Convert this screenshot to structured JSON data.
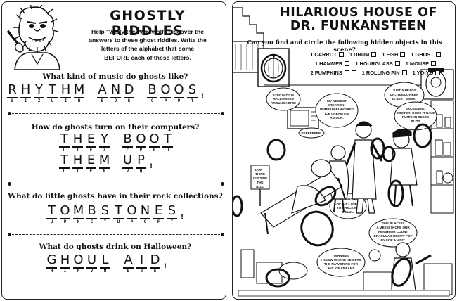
{
  "left_page": {
    "title": "GHOSTLY RIDDLES",
    "instructions": [
      "Help \"Wally the Werewolf\" discover the",
      "answers to these ghost riddles. Write the",
      "letters of the alphabet that come",
      "BEFORE each of these letters."
    ],
    "riddles": [
      {
        "question": "What kind of music do ghosts like?",
        "lines": [
          {
            "answer": "RHYTHM AND BOOS",
            "code": "SIZUIN BOE CPPT",
            "bang": true
          }
        ]
      },
      {
        "question": "How do ghosts turn on their computers?",
        "lines": [
          {
            "answer": "THEY \"BOOT\"",
            "code": "UIFZ CPPU",
            "bang": false
          },
          {
            "answer": "THEM UP",
            "code": "UIFN VQ",
            "bang": true
          }
        ]
      },
      {
        "question": "What do little ghosts have in their rock collections?",
        "lines": [
          {
            "answer": "TOMBSTONES",
            "code": "UPNCTUPOFT",
            "bang": true
          }
        ]
      },
      {
        "question": "What do ghosts drink on Halloween?",
        "lines": [
          {
            "answer": "GHOUL AID",
            "code": "HIPVM BJE",
            "bang": true
          }
        ]
      }
    ]
  },
  "right_page": {
    "title_line1": "HILARIOUS HOUSE OF",
    "title_line2": "DR. FUNKANSTEEN",
    "question": "Can you find and circle the following hidden objects in this scene?",
    "checklist_rows": [
      [
        "1 CARROT",
        "1 DRUM",
        "1 FISH",
        "1 GHOST"
      ],
      [
        "1 HAMMER",
        "1 HOURGLASS",
        "1 MOUSE"
      ],
      [
        "2 PUMPKINS",
        "1 ROLLING PIN",
        "1 YO-YO"
      ]
    ],
    "speech_bubbles": {
      "everyday": [
        "EVERYDAY IS",
        "HALLOWEEN",
        "AROUND HERE!"
      ],
      "creation": [
        "MY NEWEST",
        "CREATION -",
        "PUMPKIN-FLAVORED",
        "ICE CREAM ON",
        "A STICK."
      ],
      "heads_up": [
        "JUST A HEADS",
        "UP... HALLOWEEN",
        "IS NEXT WEEK!"
      ],
      "excellent": [
        "EXCELLENT,",
        "DOCTOR! DOES IT HAVE",
        "PUMPKIN SEEDS",
        "IN IT?"
      ],
      "laptop": [
        "IS THAT A",
        "LAPTOP? I NEED",
        "TO CHECK MY",
        "E-MAIL."
      ],
      "mess": [
        "THIS PLACE IS",
        "A MESS! I HOPE OUR",
        "NEIGHBOR COUNT",
        "DRACULA DOESN'T POP",
        "BY FOR A VISIT."
      ],
      "hiding": [
        "I'M HIDING.",
        "I KNOW WHERE HE GETS",
        "THE FLAVORING FOR",
        "HIS ICE CREAM!"
      ],
      "zzz": [
        "EEEEEEEEE!"
      ],
      "sign": [
        "DON'T",
        "THINK",
        "OUTSIDE",
        "THE",
        "BOX!"
      ]
    }
  }
}
